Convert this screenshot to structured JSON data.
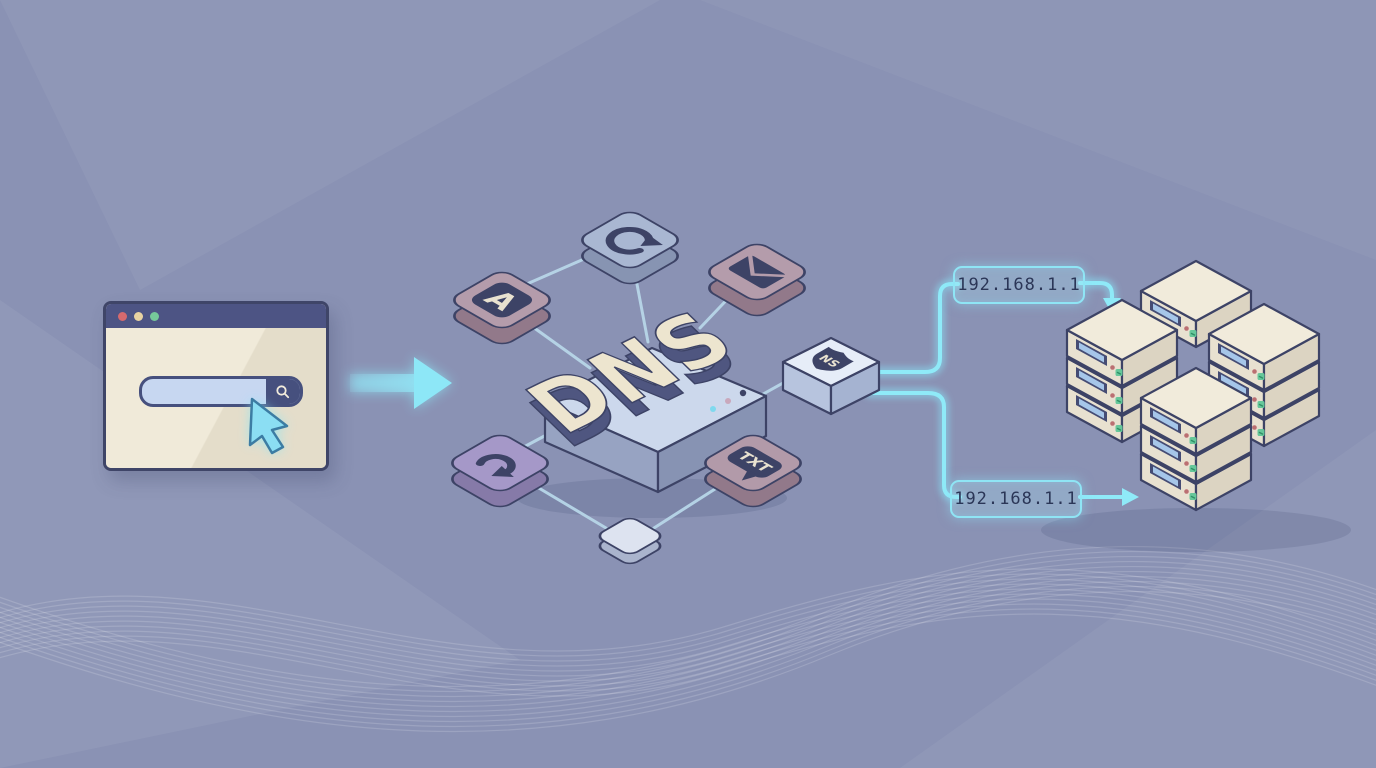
{
  "labels": {
    "dns": "DNS",
    "record_a": "A",
    "record_ns": "NS",
    "record_txt": "TXT"
  },
  "resolution": {
    "ip_top": "192.168.1.1",
    "ip_bottom": "192.168.1.1"
  },
  "browser": {
    "search_value": "",
    "search_icon": "magnifier"
  },
  "icons": {
    "search": "search-icon",
    "cursor": "cursor-arrow-icon",
    "flow_arrow": "arrow-right-icon",
    "refresh": "refresh-icon",
    "mail": "mail-envelope-icon",
    "shield": "shield-icon",
    "speech": "speech-bubble-icon",
    "redirect": "redirect-arrow-icon",
    "server": "server-icon"
  },
  "colors": {
    "background": "#8a92b4",
    "accent_cyan": "#8de7f7",
    "navy": "#3d4366",
    "cream": "#ece4d2",
    "mauve_tile": "#b49cab",
    "purple_tile": "#a598c8",
    "blue_tile": "#a9b7d2",
    "slab_top": "#ccd8ec",
    "server_cream": "#f1ebdb",
    "title_bar": "#4d5484"
  }
}
